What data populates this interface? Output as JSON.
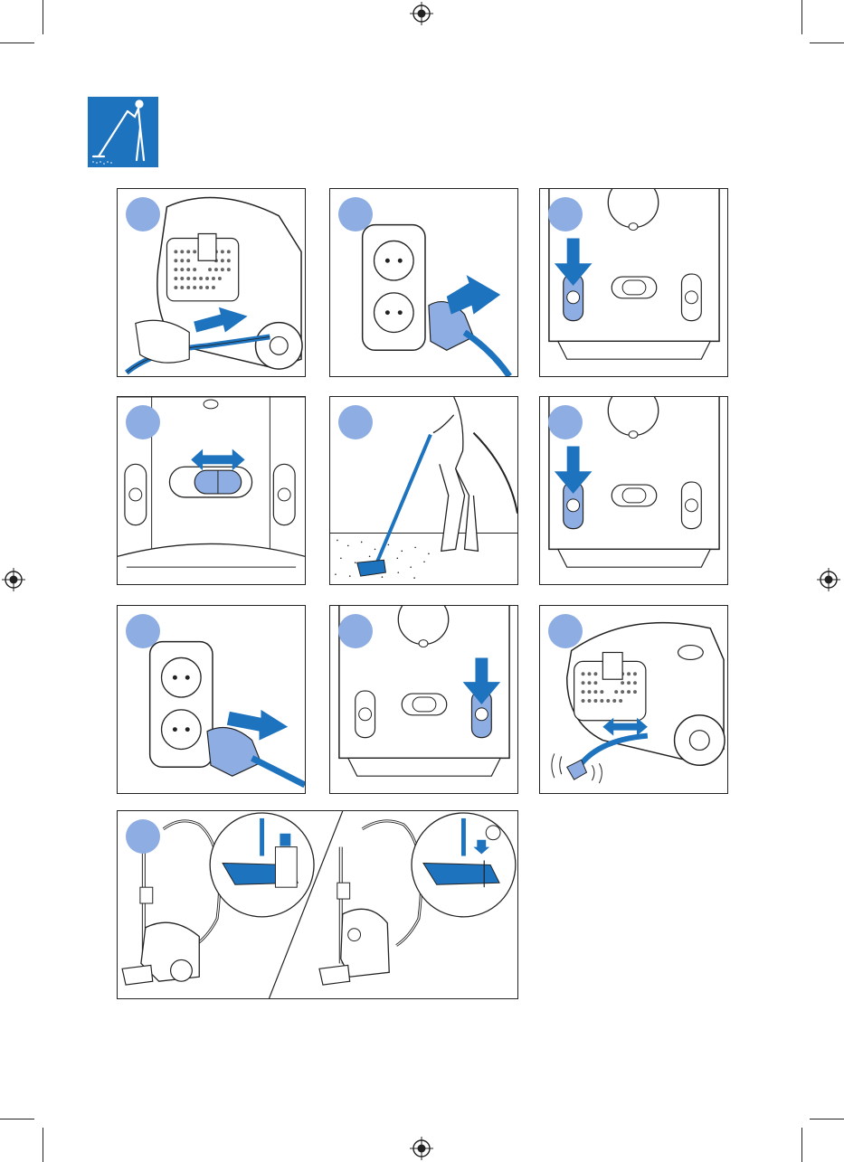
{
  "page": {
    "accent": "#1e73be",
    "badge_color": "#8eaee3",
    "header_icon": "vacuum-user-icon"
  },
  "steps": [
    {
      "id": 1,
      "illustration": "pull-out-cord"
    },
    {
      "id": 2,
      "illustration": "insert-plug-into-socket"
    },
    {
      "id": 3,
      "illustration": "press-on-off-button"
    },
    {
      "id": 4,
      "illustration": "adjust-suction-slider"
    },
    {
      "id": 5,
      "illustration": "vacuum-floor"
    },
    {
      "id": 6,
      "illustration": "press-on-off-button"
    },
    {
      "id": 7,
      "illustration": "remove-plug-from-socket"
    },
    {
      "id": 8,
      "illustration": "press-cord-rewind-button"
    },
    {
      "id": 9,
      "illustration": "cord-rewinds"
    },
    {
      "id": 10,
      "illustration": "park-tube-storage"
    }
  ]
}
